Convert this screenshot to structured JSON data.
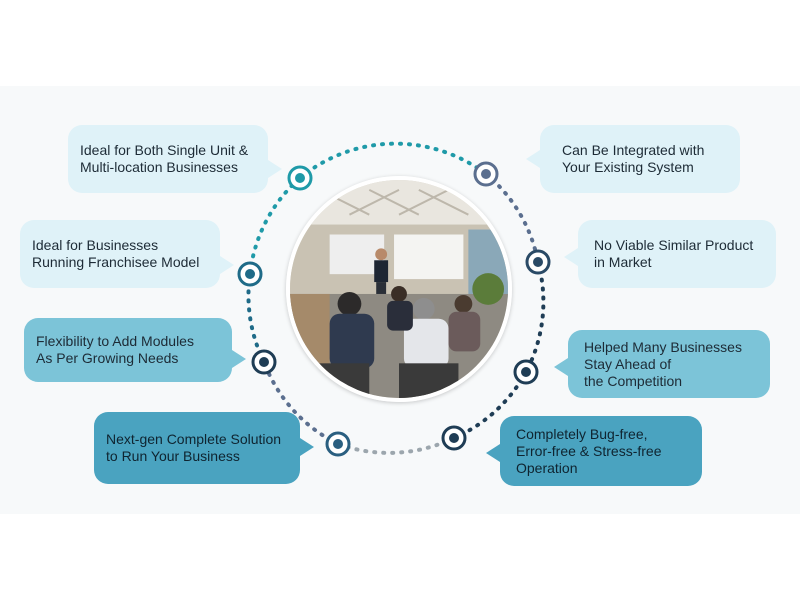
{
  "colors": {
    "light_bubble": "#dff2f8",
    "mid_bubble": "#7cc4d8",
    "dark_bubble": "#4aa3c0",
    "teal": "#1f9aa8",
    "slate": "#5b6f8f",
    "navy": "#1f3d55",
    "gray": "#9ca6ad"
  },
  "center_image": {
    "description": "Photo of a presenter giving a seminar to a seated audience",
    "icon": "presentation-photo"
  },
  "left_items": [
    {
      "text": "Ideal for Both Single Unit &\nMulti-location Businesses"
    },
    {
      "text": "Ideal for Businesses\nRunning Franchisee Model"
    },
    {
      "text": "Flexibility to Add Modules\nAs Per Growing Needs"
    },
    {
      "text": "Next-gen Complete Solution\nto Run Your Business"
    }
  ],
  "right_items": [
    {
      "text": "Can Be Integrated with\nYour Existing System"
    },
    {
      "text": "No Viable Similar Product\nin Market"
    },
    {
      "text": "Helped Many Businesses\nStay Ahead of\nthe Competition"
    },
    {
      "text": "Completely Bug-free,\nError-free & Stress-free\nOperation"
    }
  ]
}
